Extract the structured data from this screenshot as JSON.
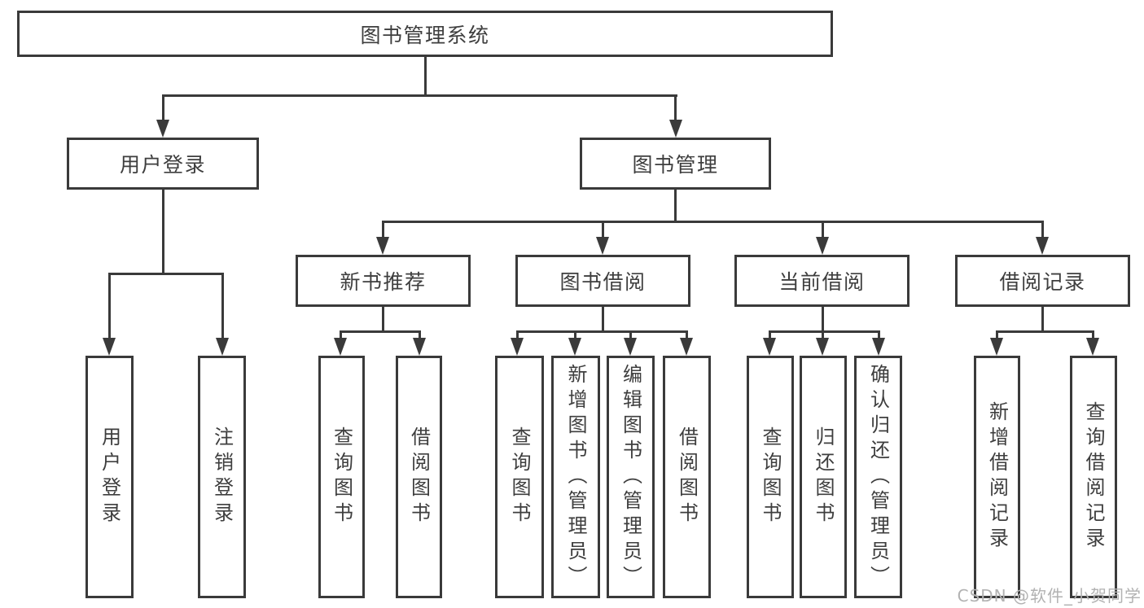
{
  "nodes": {
    "root": "图书管理系统",
    "user_login": "用户登录",
    "book_mgmt": "图书管理",
    "new_books": "新书推荐",
    "book_borrow": "图书借阅",
    "current_borrow": "当前借阅",
    "borrow_records": "借阅记录",
    "ul_login": "用户登录",
    "ul_logout": "注销登录",
    "nb_query": "查询图书",
    "nb_borrow": "借阅图书",
    "bb_query": "查询图书",
    "bb_add": "新增图书（管理员）",
    "bb_edit": "编辑图书（管理员）",
    "bb_borrow": "借阅图书",
    "cb_query": "查询图书",
    "cb_return": "归还图书",
    "cb_confirm": "确认归还（管理员）",
    "br_add": "新增借阅记录",
    "br_query": "查询借阅记录"
  },
  "watermark": "CSDN @软件_小贺同学",
  "colors": {
    "line": "#3a3a3a",
    "text": "#3e3e3e",
    "watermark": "#b2b2b2",
    "background": "#ffffff"
  }
}
